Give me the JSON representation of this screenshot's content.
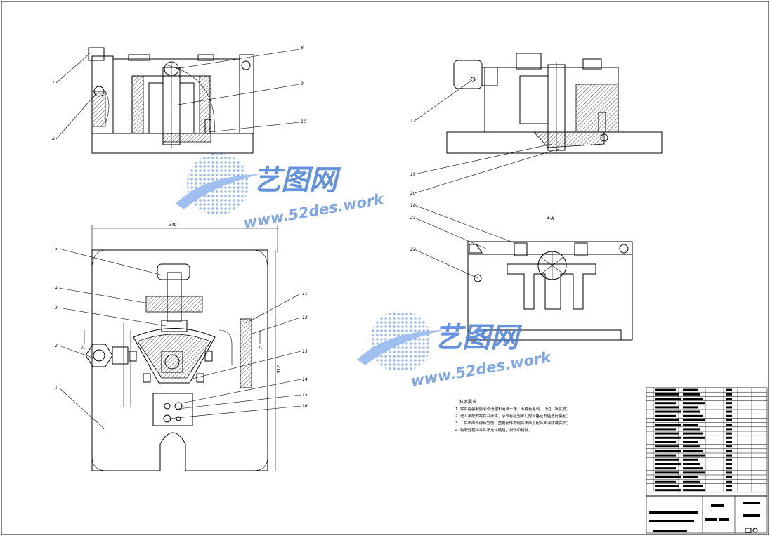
{
  "drawing": {
    "section_label": "A-A",
    "section_mark_left": "A",
    "section_mark_right": "A",
    "dimension_width": "240",
    "dimension_height": "3TE"
  },
  "callouts_top_left": [
    "1",
    "4",
    "8",
    "9",
    "10"
  ],
  "callouts_top_right": [
    "17",
    "19",
    "20"
  ],
  "callouts_section": [
    "18",
    "21",
    "22"
  ],
  "callouts_bottom_left": [
    "5",
    "4",
    "3",
    "2",
    "1",
    "11",
    "12",
    "13",
    "14",
    "15",
    "16"
  ],
  "watermark": {
    "brand": "艺图网",
    "url": "www.52des.work"
  },
  "tech_requirements": {
    "title": "技术要求",
    "lines": [
      "1. 零件在装配前必须清理和清洗干净，不得有毛刺、飞边、氧化皮；",
      "2. 进入装配的零件及部件，必须有检验部门的合格证方能进行装配；",
      "3. 工件表面不得有划伤，重要部件的前后表面及配合面涂防锈保护；",
      "4. 装配过程中零件不允许磕碰，划伤和锈蚀；"
    ]
  },
  "colors": {
    "line": "#000000",
    "watermark_blue": "#4a7fd6",
    "watermark_light": "#8fb4ee"
  }
}
